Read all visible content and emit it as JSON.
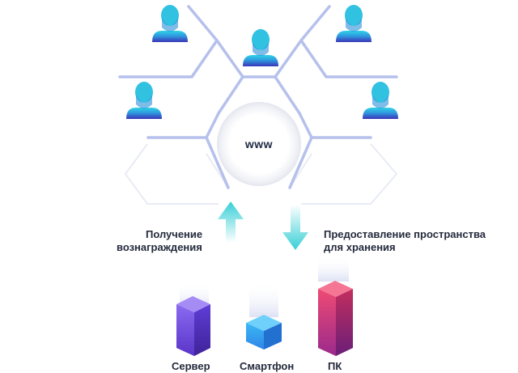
{
  "center": {
    "label": "www"
  },
  "receive": {
    "line1": "Получение",
    "line2": "вознаграждения"
  },
  "provide": {
    "line1": "Предоставление пространства",
    "line2": "для хранения"
  },
  "devices": {
    "server": "Сервер",
    "smartphone": "Смартфон",
    "pc": "ПК"
  },
  "colors": {
    "network_lines": "#b5c0ec",
    "user_head": "#31c0e0",
    "user_body": "#3b3fbc",
    "arrow": "#3fd2d8",
    "server": "#6a45d8",
    "smartphone": "#2a9ef0",
    "pc": "#e0386a"
  },
  "icons": [
    "user-icon",
    "arrow-up-icon",
    "arrow-down-icon",
    "server-icon",
    "smartphone-icon",
    "pc-icon"
  ]
}
